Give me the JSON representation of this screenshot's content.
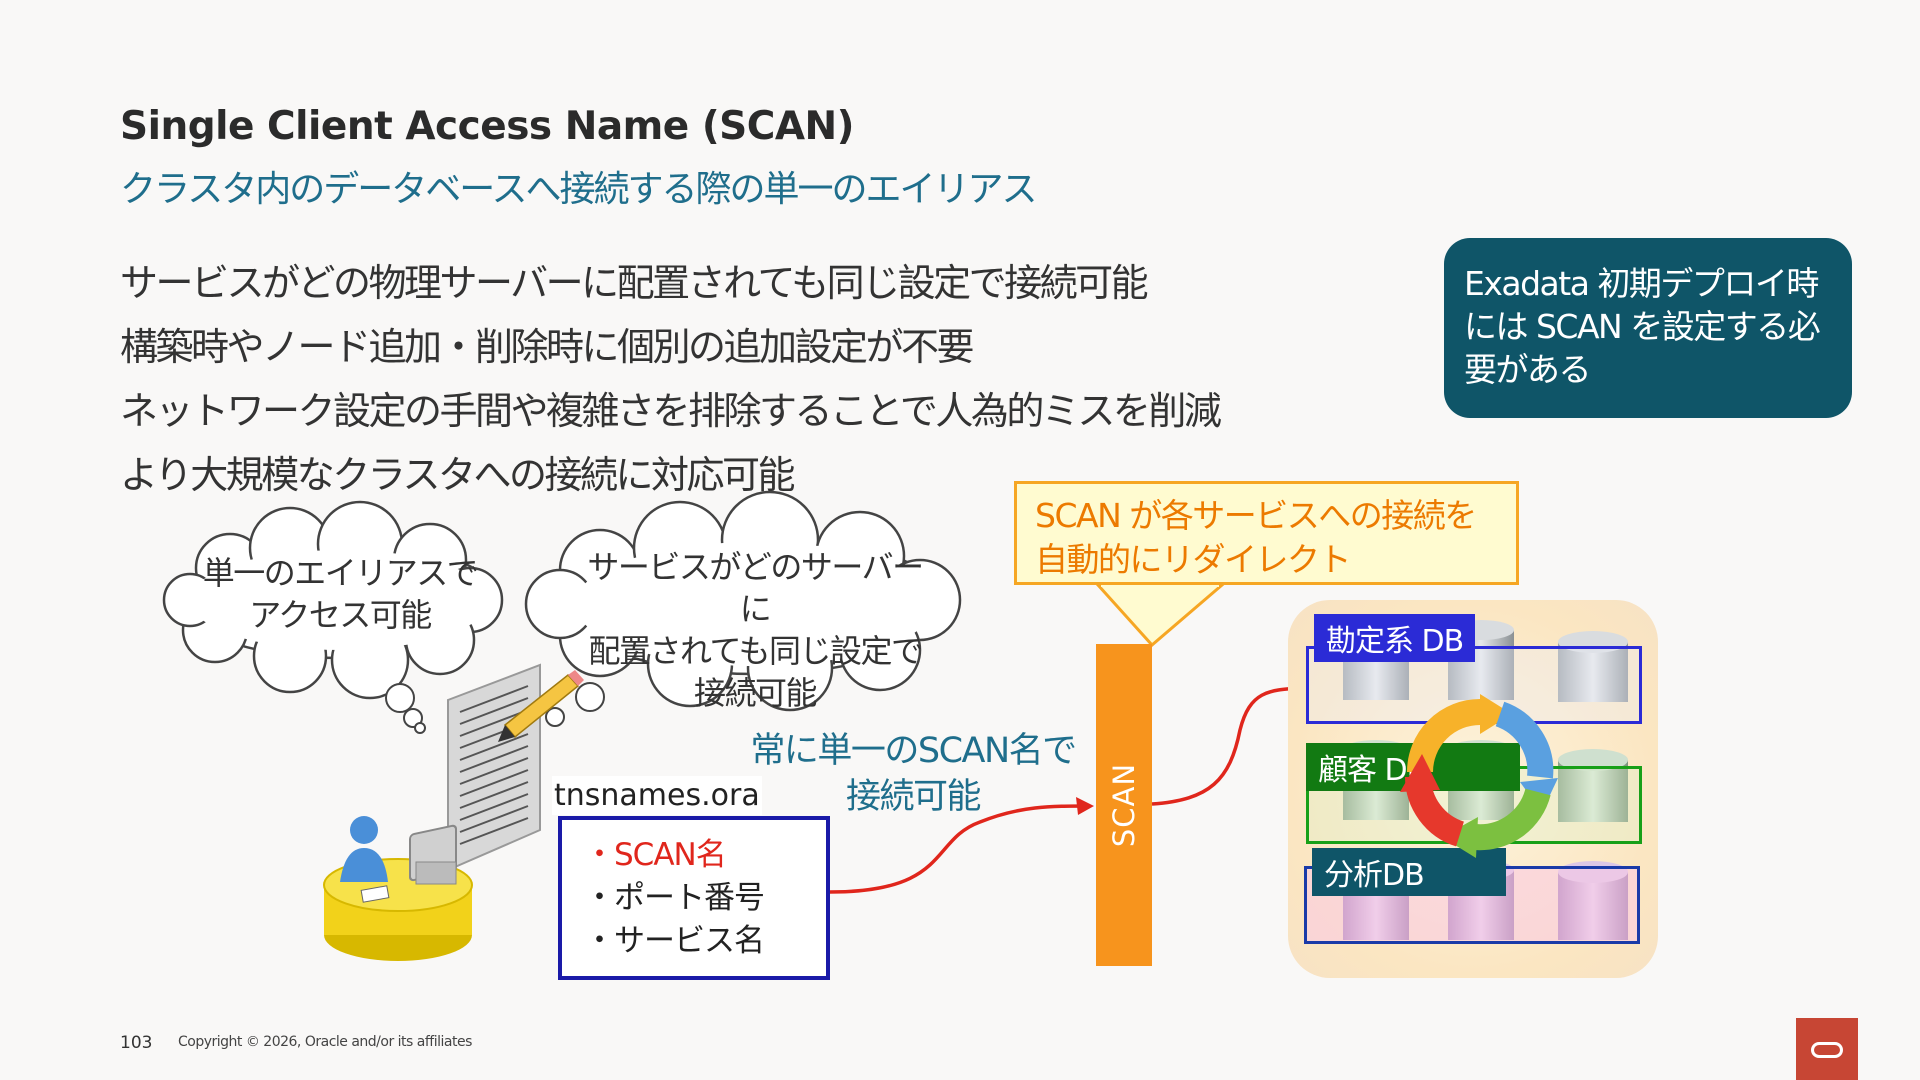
{
  "slide": {
    "title": "Single Client Access Name (SCAN)",
    "subtitle": "クラスタ内のデータベースへ接続する際の単一のエイリアス",
    "bullets": [
      "サービスがどの物理サーバーに配置されても同じ設定で接続可能",
      "構築時やノード追加・削除時に個別の追加設定が不要",
      "ネットワーク設定の手間や複雑さを排除することで人為的ミスを削減",
      "より大規模なクラスタへの接続に対応可能"
    ],
    "callout": "Exadata 初期デプロイ時には SCAN を設定する必要がある",
    "scan_callout_line1": "SCAN が各サービスへの接続を",
    "scan_callout_line2": "自動的にリダイレクト",
    "cloud1_line1": "単一のエイリアスで",
    "cloud1_line2": "アクセス可能",
    "cloud2_line1": "サービスがどのサーバーに",
    "cloud2_line2": "配置されても同じ設定で",
    "cloud2_line3": "接続可能",
    "tns_label": "tnsnames.ora",
    "tns_items": [
      "・SCAN名",
      "・ポート番号",
      "・サービス名"
    ],
    "scan_phrase_line1": "常に単一のSCAN名で",
    "scan_phrase_line2": "接続可能",
    "scan_bar_label": "SCAN",
    "db_groups": [
      {
        "label": "勘定系 DB",
        "color": "#2b2bd6"
      },
      {
        "label": "顧客 DB",
        "color": "#127a12"
      },
      {
        "label": "分析DB",
        "color": "#0f5568"
      }
    ],
    "page_number": "103",
    "copyright": "Copyright © 2026, Oracle and/or its affiliates"
  },
  "colors": {
    "accent_teal": "#1f6e8c",
    "callout_bg": "#0f5568",
    "scan_orange": "#f7941d",
    "highlight_red": "#e0261c",
    "oracle_red": "#c74634"
  }
}
